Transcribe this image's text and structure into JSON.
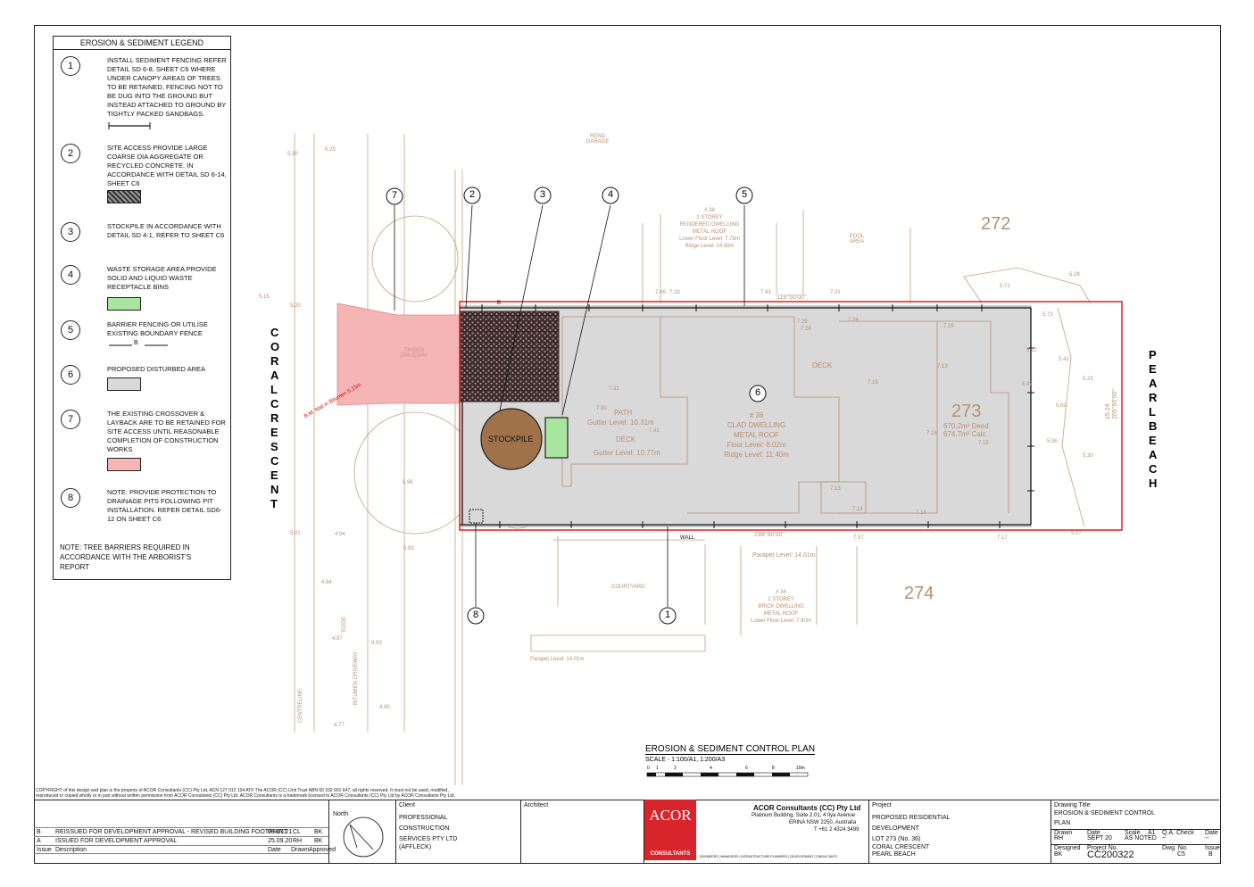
{
  "legend": {
    "title": "EROSION & SEDIMENT LEGEND",
    "items": [
      {
        "num": "1",
        "text": "INSTALL SEDIMENT FENCING REFER DETAIL SD 6-8, SHEET C6 WHERE UNDER CANOPY AREAS OF TREES TO BE RETAINED, FENCING NOT TO BE DUG INTO THE GROUND BUT INSTEAD ATTACHED TO GROUND BY TIGHTLY PACKED SANDBAGS."
      },
      {
        "num": "2",
        "text": "SITE ACCESS PROVIDE LARGE COARSE DIA AGGREGATE OR RECYCLED CONCRETE. IN ACCORDANCE WITH DETAIL SD 6-14, SHEET C6"
      },
      {
        "num": "3",
        "text": "STOCKPILE IN ACCORDANCE WITH DETAIL SD 4-1, REFER TO SHEET C6"
      },
      {
        "num": "4",
        "text": "WASTE STORAGE AREA PROVIDE SOLID AND LIQUID WASTE RECEPTACLE BINS"
      },
      {
        "num": "5",
        "text": "BARRIER FENCING OR UTILISE EXISTING BOUNDARY FENCE"
      },
      {
        "num": "6",
        "text": "PROPOSED DISTURBED AREA"
      },
      {
        "num": "7",
        "text": "THE EXISTING CROSSOVER & LAYBACK ARE TO BE RETAINED FOR SITE ACCESS UNTIL REASONABLE COMPLETION OF CONSTRUCTION WORKS"
      },
      {
        "num": "8",
        "text": "NOTE: PROVIDE PROTECTION TO DRAINAGE PITS FOLLOWING PIT INSTALLATION. REFER DETAIL SD6-12 ON SHEET C6"
      }
    ],
    "note": "NOTE:  TREE BARRIERS REQUIRED IN ACCORDANCE WITH THE ARBORIST'S REPORT",
    "fence_label": "B"
  },
  "plan": {
    "street_left": "CORAL CRESCENT",
    "street_right": "PEARL BEACH",
    "lot_main": "273",
    "lot_main_area_deed": "670.2m² Deed",
    "lot_main_area_calc": "674.7m² Calc",
    "lot_north": "272",
    "lot_south": "274",
    "stockpile": "STOCKPILE",
    "dwelling_lines": [
      "# 36",
      "CLAD DWELLING",
      "METAL ROOF",
      "Floor Level: 8.02m",
      "Ridge Level: 11.40m"
    ],
    "deck_label": "DECK",
    "deck_gutter": "Gutter Level: 10.77m",
    "path_label": "PATH",
    "path_gutter": "Gutter Level: 10.31m",
    "deck2_label": "DECK",
    "north_lines": [
      "# 38",
      "2 STOREY",
      "RENDERED DWELLING",
      "METAL ROOF",
      "Lower Floor Level: 7.79m",
      "Ridge Level: 14.58m"
    ],
    "south_lines": [
      "# 34",
      "2 STOREY",
      "BRICK DWELLING",
      "METAL ROOF",
      "Lower Floor Level: 7.90m"
    ],
    "pool": "POOL AREA",
    "garage": "REND GARAGE",
    "courtyard": "COURTYARD",
    "wall": "WALL",
    "parapet": "Parapet Level: 14.01m",
    "parapet2": "Parapet Level: 14.01m",
    "bearing_top": "119°50'00\"",
    "bearing_bottom": "299°50'00\"",
    "bearing_right": "205°50'00\"",
    "dim_right": "15.24",
    "timber_driveway": "TIMBER DRIVEWAY",
    "edge": "EDGE",
    "centreline": "CENTRELINE",
    "bitumen_driveway": "BITUMEN DRIVEWAY",
    "bm_label": "B.M. Nail in Bitumen",
    "bm_value": "5.15m",
    "callouts": [
      "1",
      "2",
      "3",
      "4",
      "5",
      "6",
      "7",
      "8"
    ],
    "fence_b": "B",
    "spot_levels": [
      "5.30",
      "5.25",
      "5.15",
      "5.20",
      "5.01",
      "4.94",
      "4.97",
      "4.93",
      "4.90",
      "4.77",
      "4.94",
      "7.66",
      "7.43",
      "7.31",
      "7.29",
      "7.24",
      "7.15",
      "7.13",
      "7.25",
      "7.16",
      "7.15",
      "7.14",
      "7.17",
      "5.96",
      "5.93",
      "5.73",
      "5.62",
      "5.42",
      "5.23",
      "5.36",
      "5.30",
      "7.30",
      "7.31",
      "7.41",
      "7.28",
      "7.13",
      "7.14",
      "7.29",
      "7.57",
      "5.28",
      "5.71",
      "5.12",
      "5.37",
      "5.17"
    ]
  },
  "drawing_title": {
    "title": "EROSION & SEDIMENT CONTROL PLAN",
    "scale": "SCALE - 1:100/A1, 1:200/A3",
    "scale_ticks": [
      "0",
      "1",
      "2",
      "4",
      "6",
      "8",
      "10m"
    ]
  },
  "copyright": "COPYRIGHT of this design and plan is the property of ACOR Consultants (CC) Pty Ltd, ACN 127 012 104 ATF The ACOR (CC) Unit Trust ABN 60 332 991 647, all rights reserved. It must not be used, modified, reproduced or copied wholly or in part without written permission from ACOR Consultants (CC) Pty Ltd. ACOR Consultants is a trademark licensed to ACOR Consultants (CC) Pty Ltd by ACOR Consultants Pty Ltd.",
  "title_block": {
    "revisions": [
      {
        "issue": "B",
        "desc": "REISSUED FOR DEVELOPMENT APPROVAL - REVISED BUILDING FOOTPRINT",
        "date": "08.07.21",
        "drawn": "CL",
        "approved": "BK"
      },
      {
        "issue": "A",
        "desc": "ISSUED FOR DEVELOPMENT APPROVAL",
        "date": "25.09.20",
        "drawn": "RH",
        "approved": "BK"
      }
    ],
    "rev_headers": {
      "issue": "Issue",
      "desc": "Description",
      "date": "Date",
      "drawn": "Drawn",
      "approved": "Approved"
    },
    "north_label": "North",
    "client_label": "Client",
    "client_lines": [
      "PROFESSIONAL",
      "CONSTRUCTION"
    ],
    "client_sub": [
      "SERVICES PTY LTD",
      "(AFFLECK)"
    ],
    "architect_label": "Architect",
    "logo_text": "ACOR",
    "logo_sub": "CONSULTANTS",
    "company": "ACOR Consultants (CC) Pty Ltd",
    "address1": "Platinum Building, Suite 2.01, 4 Ilya Avenue",
    "address2": "ERINA NSW 2250, Australia",
    "phone": "T +61 2 4324 3499",
    "services": "ENGINEERS | MANAGERS | INFRASTRUCTURE PLANNERS | DEVELOPMENT CONSULTANTS",
    "project_label": "Project",
    "project_lines": [
      "PROPOSED RESIDENTIAL",
      "DEVELOPMENT"
    ],
    "project_sub": [
      "LOT 273 (No. 36)",
      "CORAL CRESCENT",
      "PEARL BEACH"
    ],
    "dwg_title_label": "Drawing Title",
    "dwg_title_lines": [
      "EROSION & SEDIMENT CONTROL",
      "PLAN"
    ],
    "drawn_label": "Drawn",
    "drawn": "RH",
    "date_label": "Date",
    "date": "SEPT 20",
    "scale_label": "Scale",
    "scale_a1": "A1",
    "scale": "AS NOTED",
    "qa_label": "Q.A. Check",
    "qa": "--",
    "qa_date_label": "Date",
    "qa_date": "--",
    "designed_label": "Designed",
    "designed": "BK",
    "project_no_label": "Project No.",
    "project_no": "CC200322",
    "dwg_no_label": "Dwg. No.",
    "dwg_no": "C5",
    "issue_label": "Issue",
    "issue": "B"
  },
  "colors": {
    "boundary": "#e02020",
    "disturbed": "#d9d9d9",
    "crossover": "#f5b5b5",
    "waste": "#a8e6a0",
    "stockpile": "#a0724a",
    "survey": "#c9a07a"
  }
}
